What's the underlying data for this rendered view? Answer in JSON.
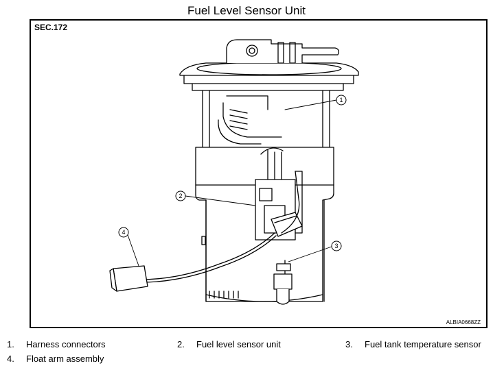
{
  "title": "Fuel Level Sensor Unit",
  "section_label": "SEC.172",
  "figure_code": "ALBIA0668ZZ",
  "callouts": [
    "1",
    "2",
    "3",
    "4"
  ],
  "legend": [
    {
      "number": "1.",
      "label": "Harness connectors"
    },
    {
      "number": "2.",
      "label": "Fuel level sensor unit"
    },
    {
      "number": "3.",
      "label": "Fuel tank temperature sensor"
    },
    {
      "number": "4.",
      "label": "Float arm assembly"
    }
  ]
}
